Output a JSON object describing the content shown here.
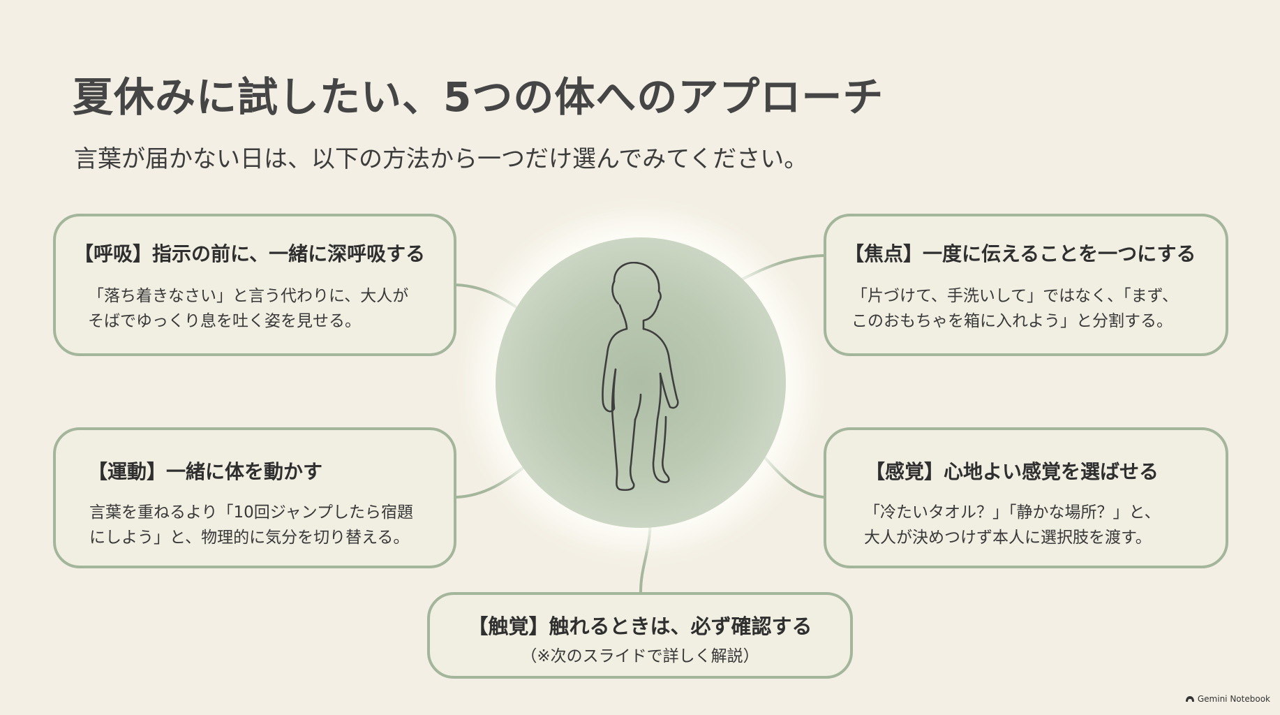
{
  "title": "夏休みに試したい、5つの体へのアプローチ",
  "subtitle": "言葉が届かない日は、以下の方法から一つだけ選んでみてください。",
  "cards": {
    "breathing": {
      "title": "【呼吸】指示の前に、一緒に深呼吸する",
      "lines": [
        "「落ち着きなさい」と言う代わりに、大人が",
        "そばでゆっくり息を吐く姿を見せる。"
      ]
    },
    "focus": {
      "title": "【焦点】一度に伝えることを一つにする",
      "lines": [
        "「片づけて、手洗いして」ではなく、「まず、",
        "このおもちゃを箱に入れよう」と分割する。"
      ]
    },
    "movement": {
      "title": "【運動】一緒に体を動かす",
      "lines": [
        "言葉を重ねるより「10回ジャンプしたら宿題",
        "にしよう」と、物理的に気分を切り替える。"
      ]
    },
    "sensation": {
      "title": "【感覚】心地よい感覚を選ばせる",
      "lines": [
        "「冷たいタオル？」「静かな場所？」と、",
        "大人が決めつけず本人に選択肢を渡す。"
      ]
    },
    "touch": {
      "title": "【触覚】触れるときは、必ず確認する",
      "note": "（※次のスライドで詳しく解説）"
    }
  },
  "brand": {
    "label": "Gemini Notebook",
    "icon": "notebook-logo-icon"
  },
  "colors": {
    "background": "#f3efe4",
    "card_border": "#a3b59b",
    "card_fill": "#f1eee2",
    "center_circle": "#b4c3ac",
    "connector": "#a3b59b"
  }
}
